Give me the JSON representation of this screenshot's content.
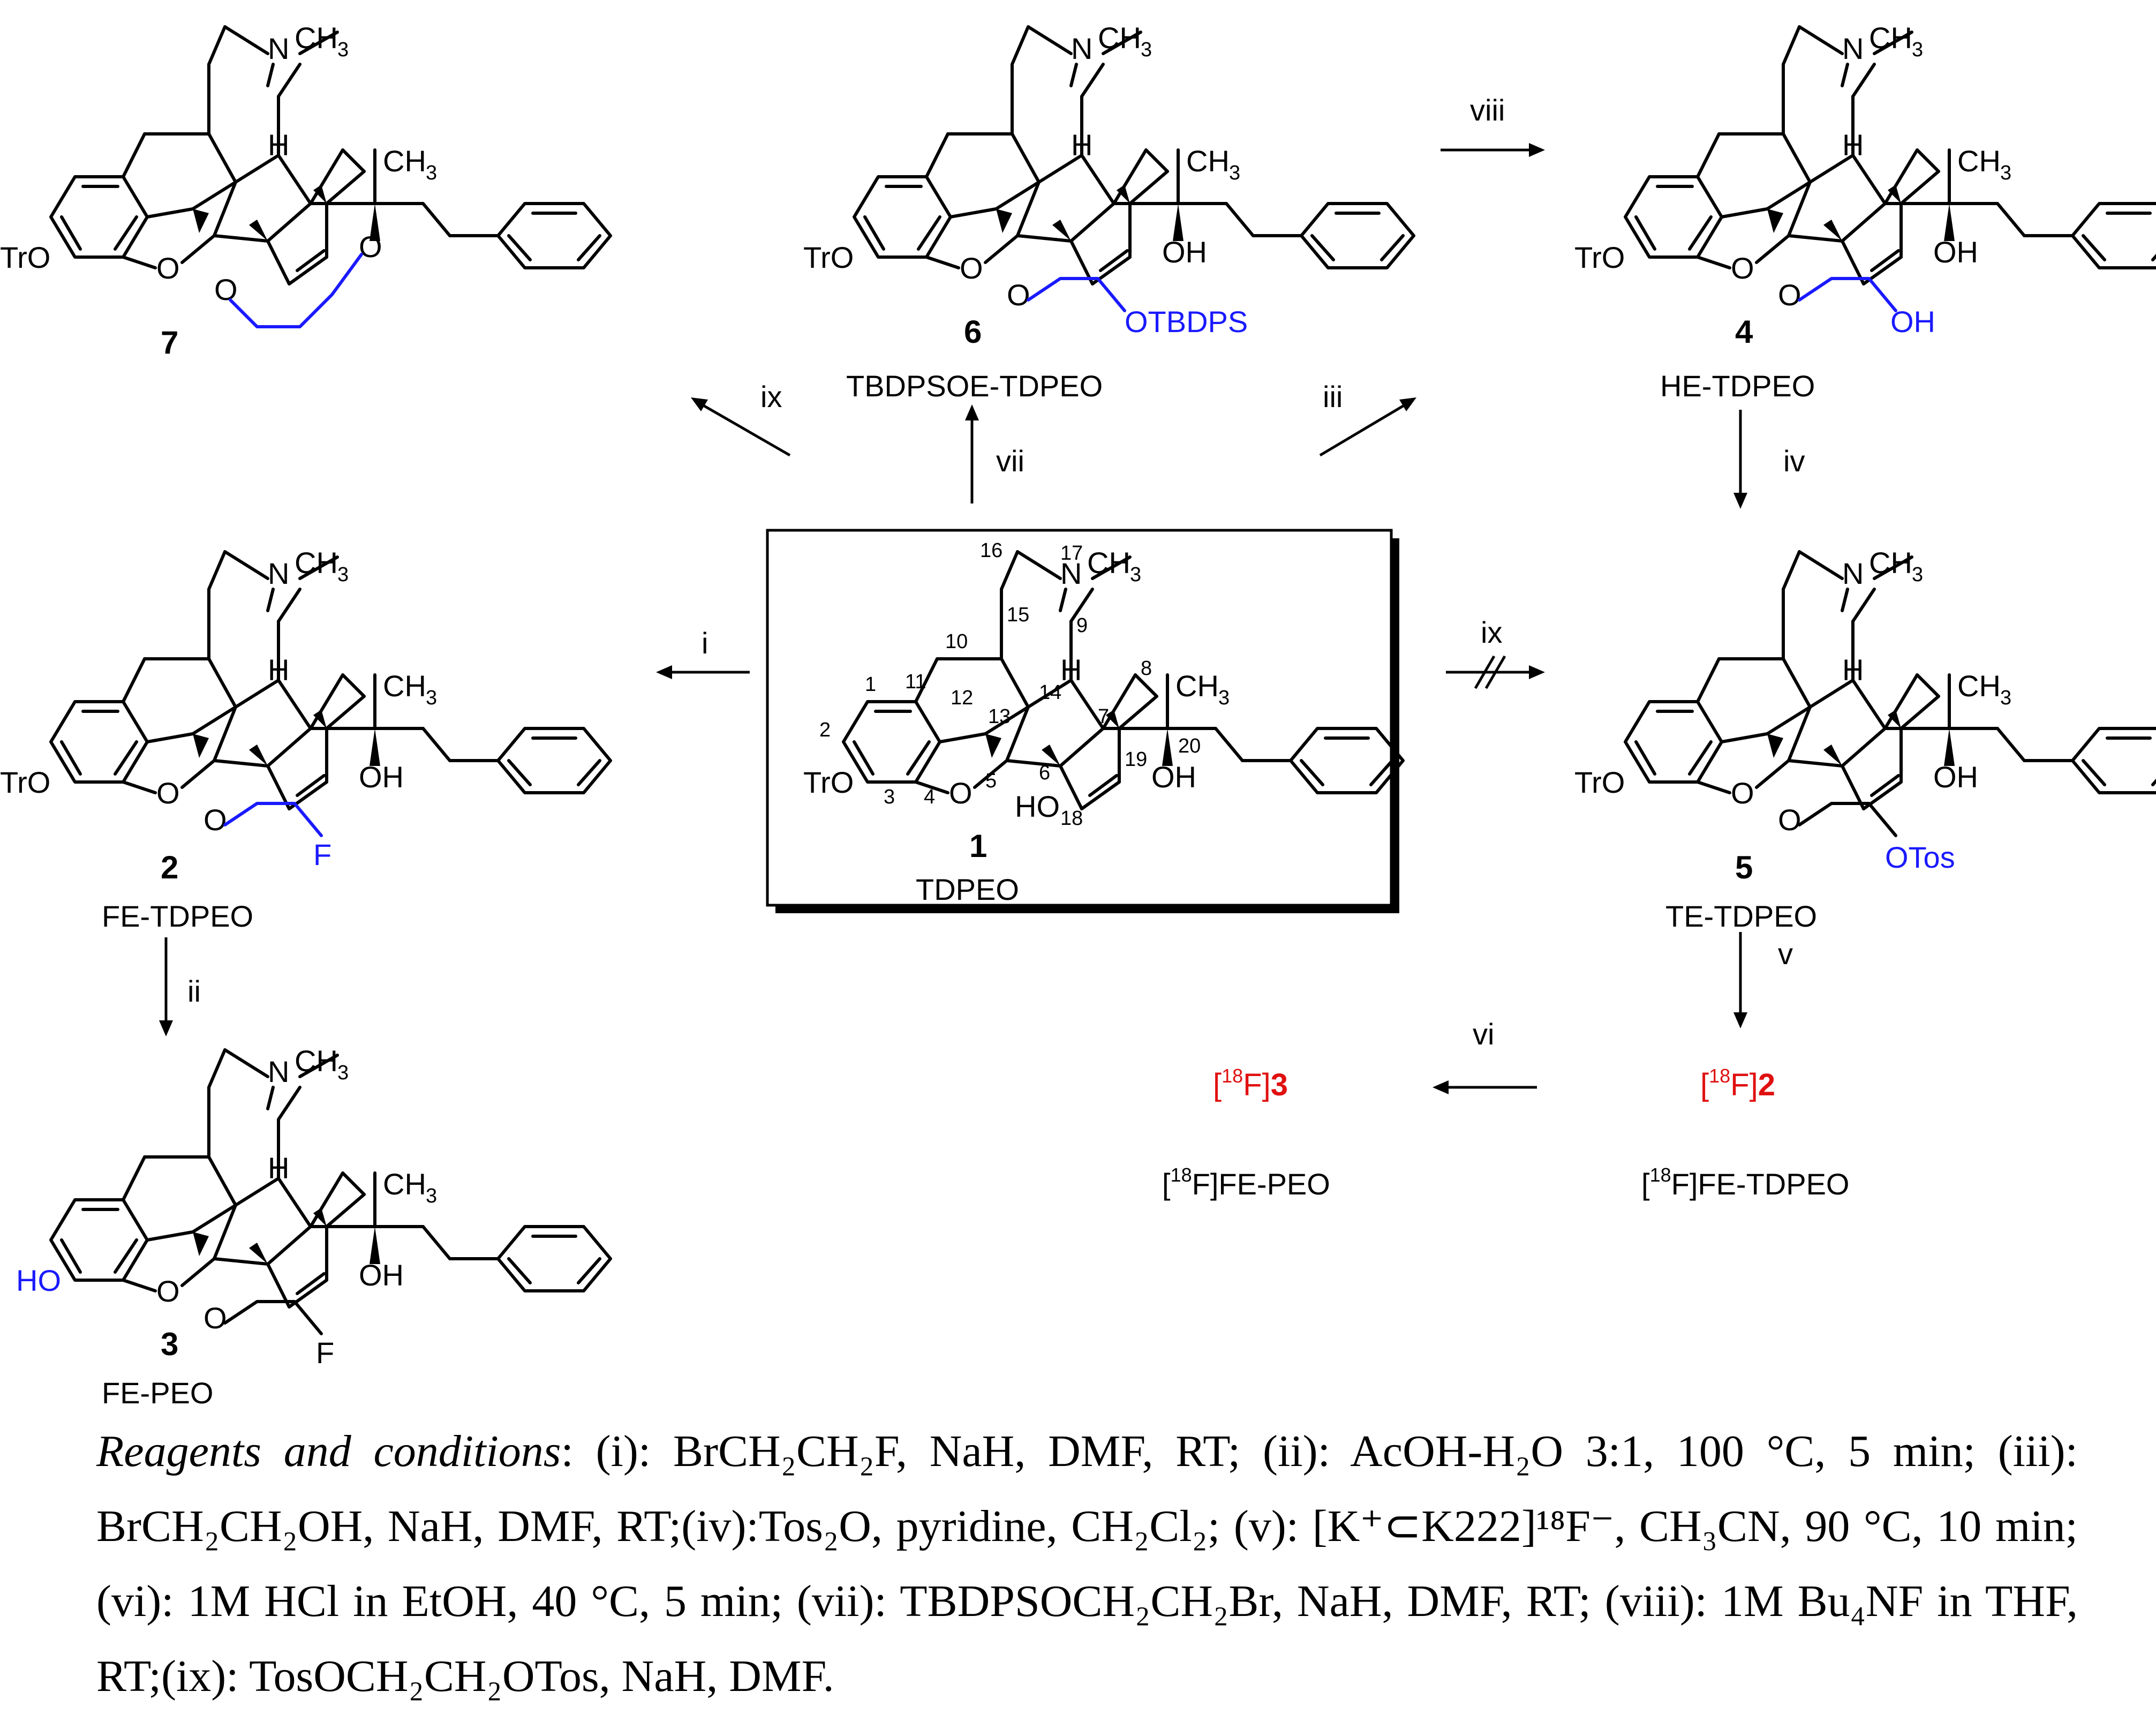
{
  "compounds": {
    "c1": {
      "number": "1",
      "name": "TDPEO",
      "left": "TrO",
      "o_bridge": "O",
      "oh6": "HO",
      "oh20": "OH",
      "n": "N",
      "me": "CH",
      "me_sub": "3",
      "ch3": "CH",
      "ch3_sub": "3",
      "h": "H",
      "atom_numbers": [
        "1",
        "2",
        "3",
        "4",
        "5",
        "6",
        "7",
        "8",
        "9",
        "10",
        "11",
        "12",
        "13",
        "14",
        "15",
        "16",
        "17",
        "18",
        "19",
        "20"
      ]
    },
    "c2": {
      "number": "2",
      "name": "FE-TDPEO",
      "left": "TrO",
      "o_bridge": "O",
      "oh": "OH",
      "ether_o": "O",
      "f": "F",
      "n": "N",
      "me": "CH",
      "me_sub": "3",
      "ch3": "CH",
      "ch3_sub": "3",
      "h": "H"
    },
    "c3": {
      "number": "3",
      "name": "FE-PEO",
      "left": "HO",
      "o_bridge": "O",
      "oh": "OH",
      "ether_o": "O",
      "f": "F",
      "n": "N",
      "me": "CH",
      "me_sub": "3",
      "ch3": "CH",
      "ch3_sub": "3",
      "h": "H"
    },
    "c4": {
      "number": "4",
      "name": "HE-TDPEO",
      "left": "TrO",
      "o_bridge": "O",
      "oh": "OH",
      "ether_o": "O",
      "tail": "OH",
      "n": "N",
      "me": "CH",
      "me_sub": "3",
      "ch3": "CH",
      "ch3_sub": "3",
      "h": "H"
    },
    "c5": {
      "number": "5",
      "name": "TE-TDPEO",
      "left": "TrO",
      "o_bridge": "O",
      "oh": "OH",
      "ether_o": "O",
      "tail": "OTos",
      "n": "N",
      "me": "CH",
      "me_sub": "3",
      "ch3": "CH",
      "ch3_sub": "3",
      "h": "H"
    },
    "c6": {
      "number": "6",
      "name": "TBDPSOE-TDPEO",
      "left": "TrO",
      "o_bridge": "O",
      "oh": "OH",
      "ether_o": "O",
      "tail": "OTBDPS",
      "n": "N",
      "me": "CH",
      "me_sub": "3",
      "ch3": "CH",
      "ch3_sub": "3",
      "h": "H"
    },
    "c7": {
      "number": "7",
      "left": "TrO",
      "o_bridge": "O",
      "o_a": "O",
      "o_b": "O",
      "n": "N",
      "me": "CH",
      "me_sub": "3",
      "ch3": "CH",
      "ch3_sub": "3",
      "h": "H"
    }
  },
  "radiolabeled": {
    "f2": {
      "sup": "18",
      "pre": "[",
      "mid": "F]",
      "bold": "2",
      "name_sup": "18",
      "name_pre": "[",
      "name_post": "F]FE-TDPEO"
    },
    "f3": {
      "sup": "18",
      "pre": "[",
      "mid": "F]",
      "bold": "3",
      "name_sup": "18",
      "name_pre": "[",
      "name_post": "F]FE-PEO"
    }
  },
  "arrows": {
    "i": "i",
    "ii": "ii",
    "iii": "iii",
    "iv": "iv",
    "v": "v",
    "vi": "vi",
    "vii": "vii",
    "viii": "viii",
    "ix_left": "ix",
    "ix_blocked": "ix"
  },
  "footnote": {
    "lead": "Reagents and conditions",
    "text": ": (i): BrCH₂CH₂F, NaH, DMF, RT; (ii): AcOH-H₂O 3:1, 100 °C, 5 min; (iii): BrCH₂CH₂OH, NaH, DMF, RT;(iv):Tos₂O, pyridine, CH₂Cl₂; (v): [K⁺⊂K222]¹⁸F⁻, CH₃CN, 90 °C, 10 min; (vi): 1M HCl in EtOH, 40 °C, 5 min; (vii): TBDPSOCH₂CH₂Br, NaH, DMF, RT; (viii): 1M Bu₄NF in THF, RT;(ix): TosOCH₂CH₂OTos, NaH, DMF."
  },
  "colors": {
    "highlight_blue": "#1a1aff",
    "radiolabel_red": "#e01010"
  }
}
